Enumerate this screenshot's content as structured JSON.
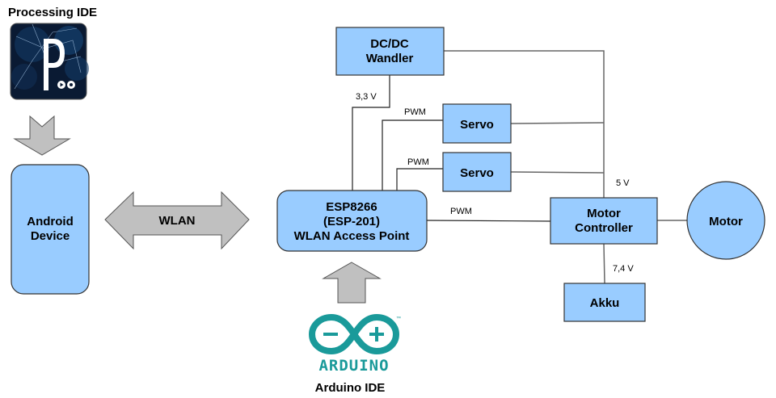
{
  "diagram": {
    "processing": {
      "title": "Processing IDE",
      "icon": "processing-logo-icon"
    },
    "android": {
      "lines": [
        "Android",
        "Device"
      ]
    },
    "wlan_arrow": {
      "label": "WLAN"
    },
    "esp": {
      "lines": [
        "ESP8266",
        "(ESP-201)",
        "WLAN Access Point"
      ]
    },
    "arduino": {
      "logo_text": "ARDUINO",
      "title": "Arduino IDE",
      "tm": "™",
      "color": "#1a9a9a"
    },
    "dcdc": {
      "lines": [
        "DC/DC",
        "Wandler"
      ]
    },
    "servo1": {
      "label": "Servo"
    },
    "servo2": {
      "label": "Servo"
    },
    "motor_controller": {
      "lines": [
        "Motor",
        "Controller"
      ]
    },
    "motor": {
      "label": "Motor"
    },
    "akku": {
      "label": "Akku"
    },
    "wire_labels": {
      "v33": "3,3 V",
      "pwm1": "PWM",
      "pwm2": "PWM",
      "pwm3": "PWM",
      "v5": "5 V",
      "v74": "7,4 V"
    },
    "colors": {
      "box_fill": "#99ccff",
      "arrow_fill": "#c0c0c0",
      "wire": "#666666"
    }
  }
}
